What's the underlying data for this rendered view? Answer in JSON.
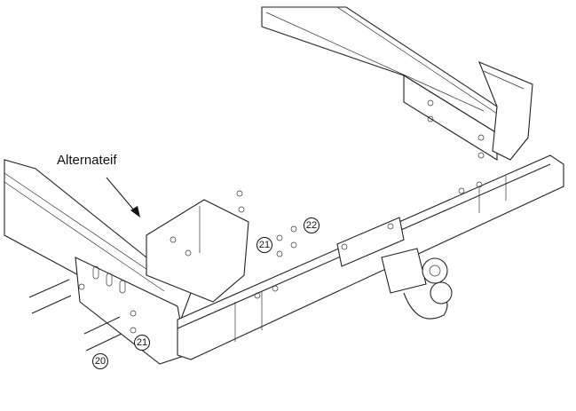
{
  "annotation": {
    "label": "Alternateif"
  },
  "callouts": {
    "c22": "22",
    "c21_top": "21",
    "c21_bottom": "21",
    "c20": "20"
  }
}
